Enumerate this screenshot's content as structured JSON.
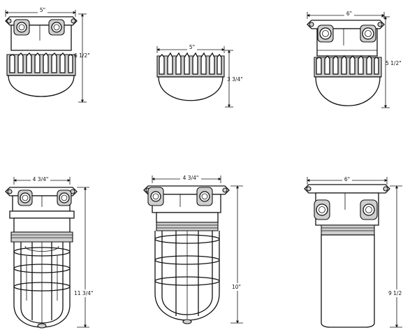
{
  "fixtures": [
    {
      "id": "top-1",
      "width_label": "5\"",
      "height_label": "6 1/2\""
    },
    {
      "id": "top-2",
      "width_label": "5\"",
      "height_label": "3 3/4\""
    },
    {
      "id": "top-3",
      "width_label": "6\"",
      "height_label": "5 1/2\""
    },
    {
      "id": "bottom-1",
      "width_label": "4 3/4\"",
      "height_label": "11 3/4\""
    },
    {
      "id": "bottom-2",
      "width_label": "4 3/4\"",
      "height_label": "10\""
    },
    {
      "id": "bottom-3",
      "width_label": "6\"",
      "height_label": "9 1/2"
    }
  ]
}
